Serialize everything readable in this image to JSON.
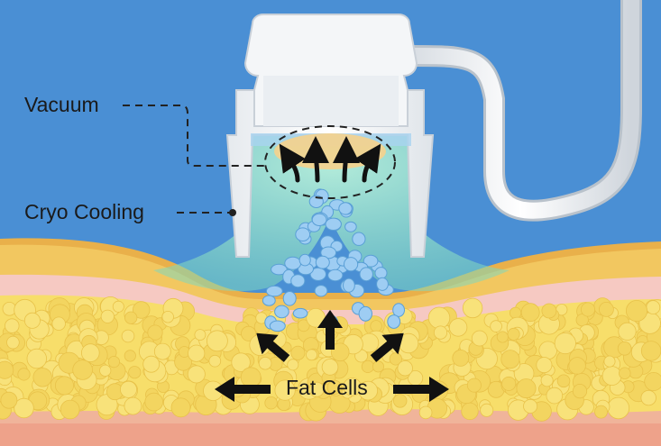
{
  "labels": {
    "vacuum": "Vacuum",
    "cryo_cooling": "Cryo Cooling",
    "fat_cells": "Fat Cells"
  },
  "colors": {
    "background": "#4a8fd4",
    "applicator": "#f4f6f8",
    "dermis": "#f6c9c2",
    "epidermis": "#f2c760",
    "fat": "#f7de6a",
    "deep_tissue": "#eea28a",
    "cooling": "#8fe0c4",
    "frozen_cells": "#9ecdf3",
    "arrows": "#111111"
  },
  "icons": [
    "arrow-icon"
  ]
}
